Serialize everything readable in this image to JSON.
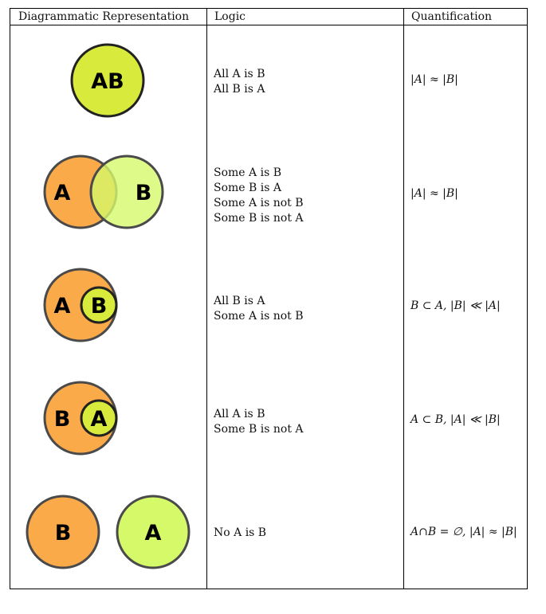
{
  "headers": {
    "col1": "Diagrammatic Representation",
    "col2": "Logic",
    "col3": "Quantification"
  },
  "colors": {
    "orange": "#fbaa49",
    "lime": "#d8ea3b",
    "light_green": "#d6f96a",
    "stroke": "#4a4a4a"
  },
  "rows": [
    {
      "diagram_labels": [
        "AB"
      ],
      "logic": [
        "All A is B",
        "All B is A"
      ],
      "quantification": "|A| ≈ |B|"
    },
    {
      "diagram_labels": [
        "A",
        "B"
      ],
      "logic": [
        "Some A is B",
        "Some B is A",
        "Some A is not B",
        "Some B is not A"
      ],
      "quantification": "|A| ≈ |B|"
    },
    {
      "diagram_labels": [
        "A",
        "B"
      ],
      "logic": [
        "All B is A",
        "Some A is not B"
      ],
      "quantification": "B ⊂ A, |B| ≪ |A|"
    },
    {
      "diagram_labels": [
        "B",
        "A"
      ],
      "logic": [
        "All A is B",
        "Some B is not A"
      ],
      "quantification": "A ⊂ B, |A| ≪ |B|"
    },
    {
      "diagram_labels": [
        "B",
        "A"
      ],
      "logic": [
        "No A is B"
      ],
      "quantification": "A∩B = ∅, |A| ≈ |B|"
    }
  ]
}
